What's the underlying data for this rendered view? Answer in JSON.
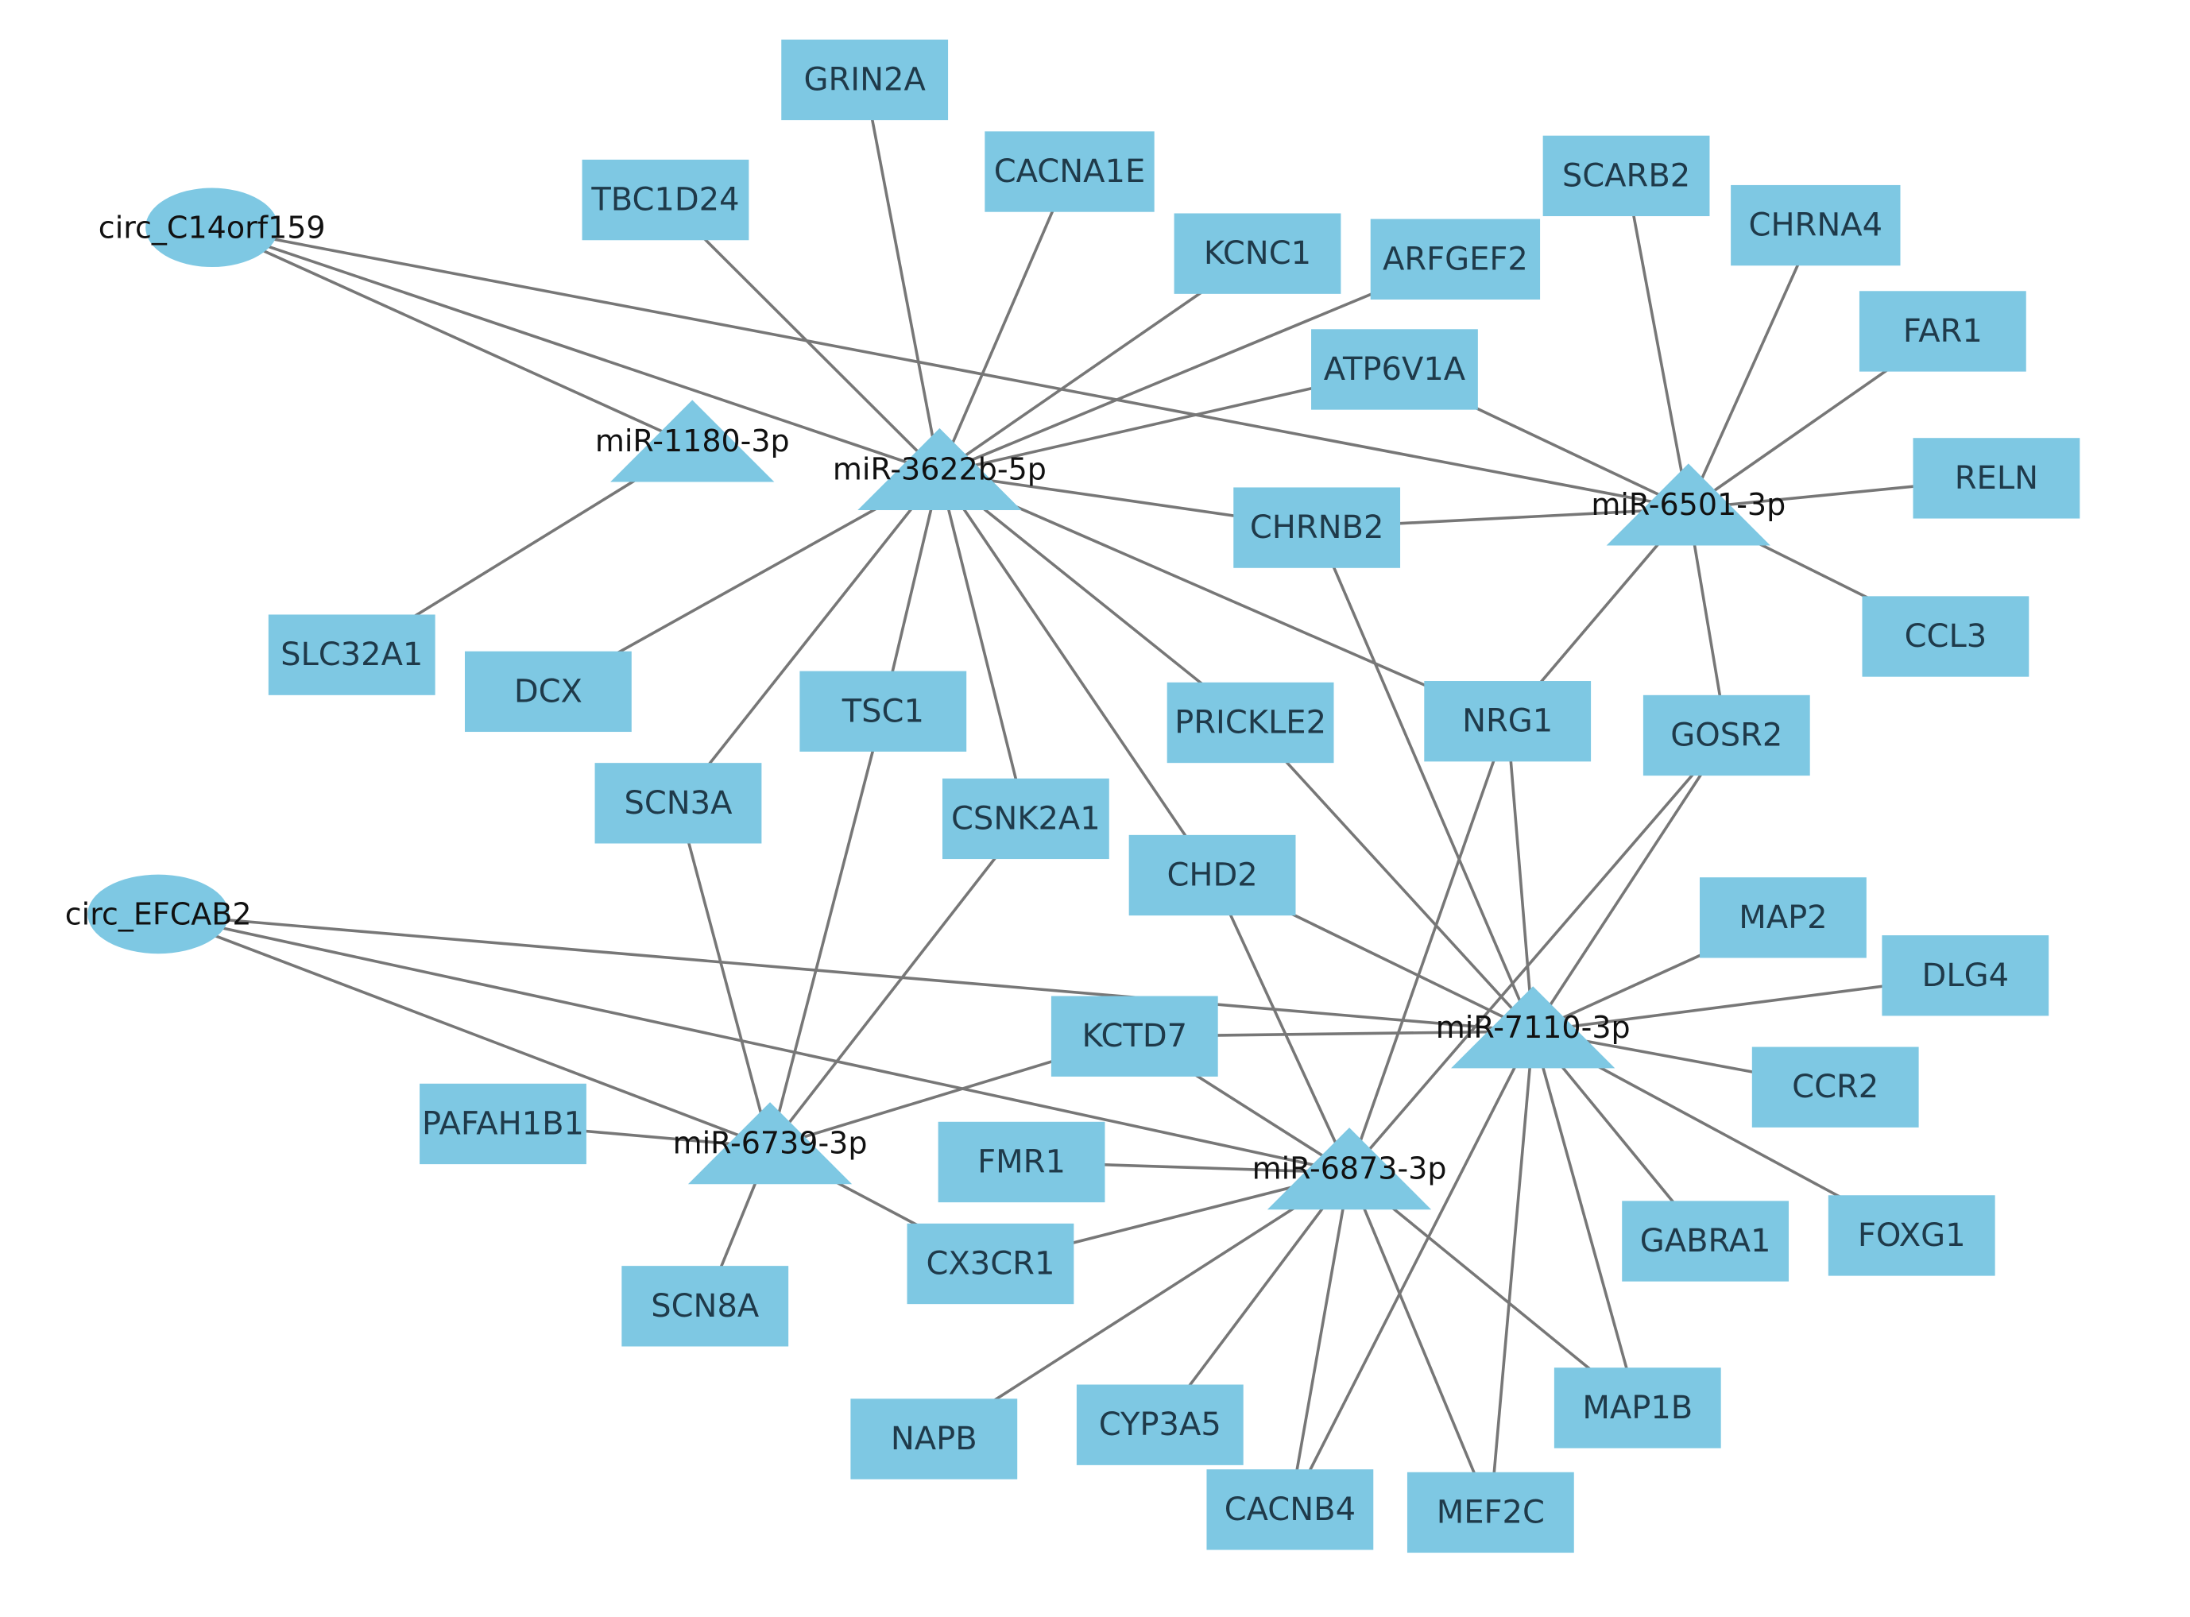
{
  "colors": {
    "node": "#7ec8e3",
    "edge": "#777777",
    "label_dark": "#111111",
    "label_gene": "#1f3a4a",
    "background": "#ffffff"
  },
  "circ_nodes": [
    {
      "id": "circ_C14orf159",
      "label": "circ_C14orf159"
    },
    {
      "id": "circ_EFCAB2",
      "label": "circ_EFCAB2"
    }
  ],
  "mirna_nodes": [
    {
      "id": "miR-1180-3p",
      "label": "miR-1180-3p"
    },
    {
      "id": "miR-3622b-5p",
      "label": "miR-3622b-5p"
    },
    {
      "id": "miR-6501-3p",
      "label": "miR-6501-3p"
    },
    {
      "id": "miR-7110-3p",
      "label": "miR-7110-3p"
    },
    {
      "id": "miR-6739-3p",
      "label": "miR-6739-3p"
    },
    {
      "id": "miR-6873-3p",
      "label": "miR-6873-3p"
    }
  ],
  "gene_nodes": [
    {
      "id": "GRIN2A",
      "label": "GRIN2A"
    },
    {
      "id": "TBC1D24",
      "label": "TBC1D24"
    },
    {
      "id": "CACNA1E",
      "label": "CACNA1E"
    },
    {
      "id": "KCNC1",
      "label": "KCNC1"
    },
    {
      "id": "ARFGEF2",
      "label": "ARFGEF2"
    },
    {
      "id": "SCARB2",
      "label": "SCARB2"
    },
    {
      "id": "CHRNA4",
      "label": "CHRNA4"
    },
    {
      "id": "FAR1",
      "label": "FAR1"
    },
    {
      "id": "ATP6V1A",
      "label": "ATP6V1A"
    },
    {
      "id": "RELN",
      "label": "RELN"
    },
    {
      "id": "CHRNB2",
      "label": "CHRNB2"
    },
    {
      "id": "CCL3",
      "label": "CCL3"
    },
    {
      "id": "SLC32A1",
      "label": "SLC32A1"
    },
    {
      "id": "DCX",
      "label": "DCX"
    },
    {
      "id": "TSC1",
      "label": "TSC1"
    },
    {
      "id": "PRICKLE2",
      "label": "PRICKLE2"
    },
    {
      "id": "NRG1",
      "label": "NRG1"
    },
    {
      "id": "GOSR2",
      "label": "GOSR2"
    },
    {
      "id": "SCN3A",
      "label": "SCN3A"
    },
    {
      "id": "CSNK2A1",
      "label": "CSNK2A1"
    },
    {
      "id": "CHD2",
      "label": "CHD2"
    },
    {
      "id": "MAP2",
      "label": "MAP2"
    },
    {
      "id": "DLG4",
      "label": "DLG4"
    },
    {
      "id": "KCTD7",
      "label": "KCTD7"
    },
    {
      "id": "CCR2",
      "label": "CCR2"
    },
    {
      "id": "PAFAH1B1",
      "label": "PAFAH1B1"
    },
    {
      "id": "FMR1",
      "label": "FMR1"
    },
    {
      "id": "GABRA1",
      "label": "GABRA1"
    },
    {
      "id": "FOXG1",
      "label": "FOXG1"
    },
    {
      "id": "CX3CR1",
      "label": "CX3CR1"
    },
    {
      "id": "SCN8A",
      "label": "SCN8A"
    },
    {
      "id": "MAP1B",
      "label": "MAP1B"
    },
    {
      "id": "NAPB",
      "label": "NAPB"
    },
    {
      "id": "CYP3A5",
      "label": "CYP3A5"
    },
    {
      "id": "CACNB4",
      "label": "CACNB4"
    },
    {
      "id": "MEF2C",
      "label": "MEF2C"
    }
  ],
  "edges": [
    [
      "circ_C14orf159",
      "miR-1180-3p"
    ],
    [
      "circ_C14orf159",
      "miR-3622b-5p"
    ],
    [
      "circ_C14orf159",
      "miR-6501-3p"
    ],
    [
      "circ_EFCAB2",
      "miR-6739-3p"
    ],
    [
      "circ_EFCAB2",
      "miR-6873-3p"
    ],
    [
      "circ_EFCAB2",
      "miR-7110-3p"
    ],
    [
      "miR-1180-3p",
      "SLC32A1"
    ],
    [
      "miR-3622b-5p",
      "GRIN2A"
    ],
    [
      "miR-3622b-5p",
      "TBC1D24"
    ],
    [
      "miR-3622b-5p",
      "CACNA1E"
    ],
    [
      "miR-3622b-5p",
      "KCNC1"
    ],
    [
      "miR-3622b-5p",
      "ARFGEF2"
    ],
    [
      "miR-3622b-5p",
      "ATP6V1A"
    ],
    [
      "miR-3622b-5p",
      "CHRNB2"
    ],
    [
      "miR-3622b-5p",
      "DCX"
    ],
    [
      "miR-3622b-5p",
      "TSC1"
    ],
    [
      "miR-3622b-5p",
      "SCN3A"
    ],
    [
      "miR-3622b-5p",
      "CSNK2A1"
    ],
    [
      "miR-3622b-5p",
      "PRICKLE2"
    ],
    [
      "miR-3622b-5p",
      "NRG1"
    ],
    [
      "miR-3622b-5p",
      "CHD2"
    ],
    [
      "miR-6501-3p",
      "SCARB2"
    ],
    [
      "miR-6501-3p",
      "CHRNA4"
    ],
    [
      "miR-6501-3p",
      "FAR1"
    ],
    [
      "miR-6501-3p",
      "RELN"
    ],
    [
      "miR-6501-3p",
      "CCL3"
    ],
    [
      "miR-6501-3p",
      "ATP6V1A"
    ],
    [
      "miR-6501-3p",
      "CHRNB2"
    ],
    [
      "miR-6501-3p",
      "GOSR2"
    ],
    [
      "miR-6501-3p",
      "NRG1"
    ],
    [
      "miR-7110-3p",
      "PRICKLE2"
    ],
    [
      "miR-7110-3p",
      "NRG1"
    ],
    [
      "miR-7110-3p",
      "GOSR2"
    ],
    [
      "miR-7110-3p",
      "CHD2"
    ],
    [
      "miR-7110-3p",
      "CHRNB2"
    ],
    [
      "miR-7110-3p",
      "MAP2"
    ],
    [
      "miR-7110-3p",
      "DLG4"
    ],
    [
      "miR-7110-3p",
      "KCTD7"
    ],
    [
      "miR-7110-3p",
      "CCR2"
    ],
    [
      "miR-7110-3p",
      "GABRA1"
    ],
    [
      "miR-7110-3p",
      "FOXG1"
    ],
    [
      "miR-7110-3p",
      "MAP1B"
    ],
    [
      "miR-7110-3p",
      "MEF2C"
    ],
    [
      "miR-7110-3p",
      "CACNB4"
    ],
    [
      "miR-6739-3p",
      "SCN3A"
    ],
    [
      "miR-6739-3p",
      "TSC1"
    ],
    [
      "miR-6739-3p",
      "CSNK2A1"
    ],
    [
      "miR-6739-3p",
      "KCTD7"
    ],
    [
      "miR-6739-3p",
      "PAFAH1B1"
    ],
    [
      "miR-6739-3p",
      "CX3CR1"
    ],
    [
      "miR-6739-3p",
      "SCN8A"
    ],
    [
      "miR-6873-3p",
      "FMR1"
    ],
    [
      "miR-6873-3p",
      "KCTD7"
    ],
    [
      "miR-6873-3p",
      "CX3CR1"
    ],
    [
      "miR-6873-3p",
      "CHD2"
    ],
    [
      "miR-6873-3p",
      "NRG1"
    ],
    [
      "miR-6873-3p",
      "GOSR2"
    ],
    [
      "miR-6873-3p",
      "NAPB"
    ],
    [
      "miR-6873-3p",
      "CYP3A5"
    ],
    [
      "miR-6873-3p",
      "CACNB4"
    ],
    [
      "miR-6873-3p",
      "MEF2C"
    ],
    [
      "miR-6873-3p",
      "MAP1B"
    ]
  ]
}
